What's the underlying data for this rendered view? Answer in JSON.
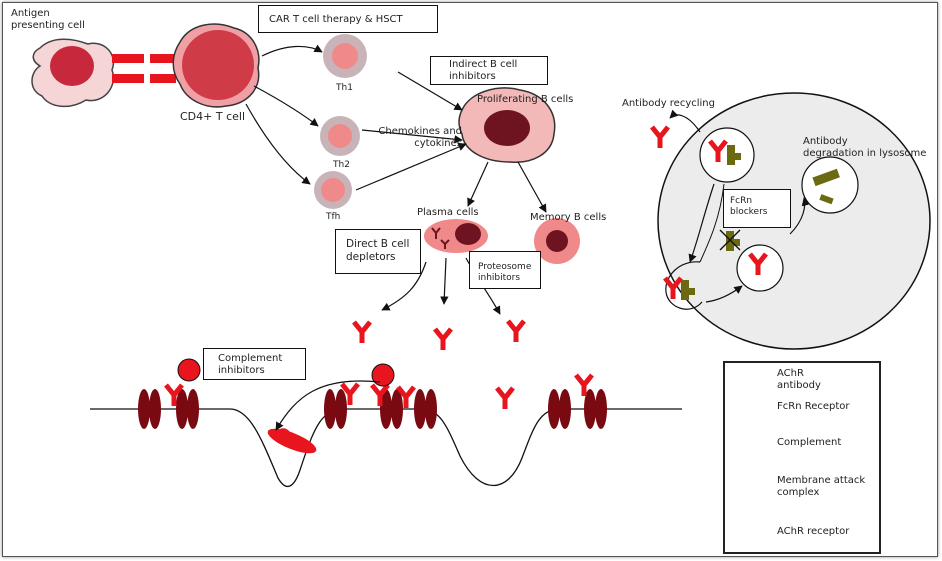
{
  "labels": {
    "apc": "Antigen\npresenting cell",
    "cd4": "CD4+ T cell",
    "th1": "Th1",
    "th2": "Th2",
    "tfh": "Tfh",
    "chemokines": "Chemokines and\ncytokines",
    "proliferating": "Proliferating B cells",
    "plasma": "Plasma cells",
    "memory": "Memory B cells",
    "recycling": "Antibody recycling",
    "degradation": "Antibody\ndegradation in lysosome"
  },
  "boxes": {
    "car_t": "CAR T cell therapy & HSCT",
    "indirect": "Indirect B cell\ninhibitors",
    "direct": "Direct B cell\ndepletors",
    "proteosome": "Proteosome\ninhibitors",
    "complement_inhib": "Complement\ninhibitors",
    "fcrn_blockers": "FcRn\nblockers"
  },
  "legend": {
    "items": [
      {
        "name": "achr-antibody",
        "label": "AChR\nantibody"
      },
      {
        "name": "fcrn-receptor",
        "label": "FcRn Receptor"
      },
      {
        "name": "complement",
        "label": "Complement"
      },
      {
        "name": "mac",
        "label": "Membrane attack\ncomplex"
      },
      {
        "name": "achr-receptor",
        "label": "AChR receptor"
      }
    ]
  },
  "colors": {
    "red": "#e8141e",
    "dark_red": "#7a0a12",
    "pink": "#f08a8a",
    "grey_cell": "#c8b4b8",
    "olive": "#6b6a12",
    "endosome_bg": "#ececec"
  }
}
